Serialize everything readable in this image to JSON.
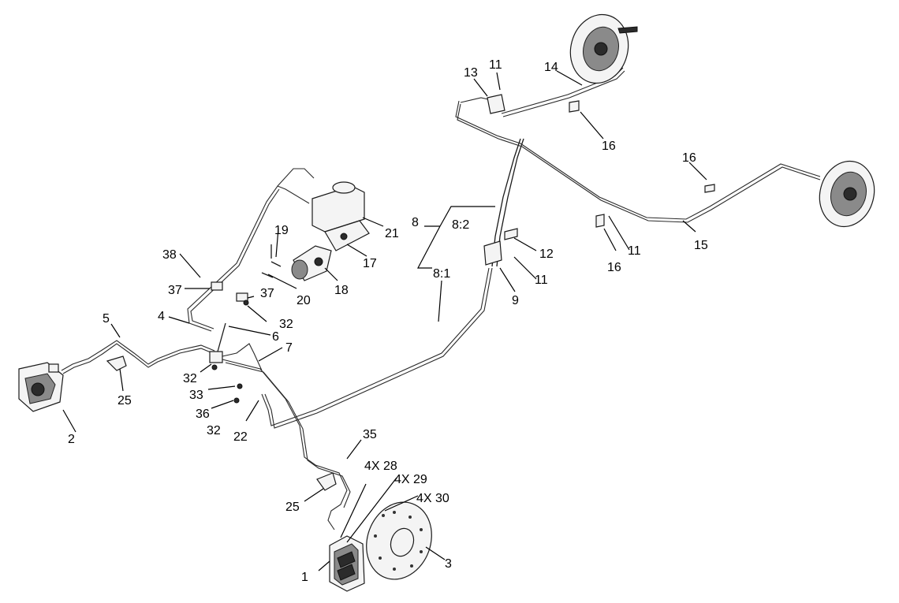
{
  "callouts": [
    {
      "id": "c1",
      "text": "1"
    },
    {
      "id": "c2",
      "text": "2"
    },
    {
      "id": "c3",
      "text": "3"
    },
    {
      "id": "c4",
      "text": "4"
    },
    {
      "id": "c5",
      "text": "5"
    },
    {
      "id": "c6",
      "text": "6"
    },
    {
      "id": "c7",
      "text": "7"
    },
    {
      "id": "c8",
      "text": "8"
    },
    {
      "id": "c8_1",
      "text": "8:1"
    },
    {
      "id": "c8_2",
      "text": "8:2"
    },
    {
      "id": "c9",
      "text": "9"
    },
    {
      "id": "c11a",
      "text": "11"
    },
    {
      "id": "c11b",
      "text": "11"
    },
    {
      "id": "c11c",
      "text": "11"
    },
    {
      "id": "c12",
      "text": "12"
    },
    {
      "id": "c13",
      "text": "13"
    },
    {
      "id": "c14",
      "text": "14"
    },
    {
      "id": "c15",
      "text": "15"
    },
    {
      "id": "c16a",
      "text": "16"
    },
    {
      "id": "c16b",
      "text": "16"
    },
    {
      "id": "c16c",
      "text": "16"
    },
    {
      "id": "c17",
      "text": "17"
    },
    {
      "id": "c18",
      "text": "18"
    },
    {
      "id": "c19",
      "text": "19"
    },
    {
      "id": "c20",
      "text": "20"
    },
    {
      "id": "c21",
      "text": "21"
    },
    {
      "id": "c22",
      "text": "22"
    },
    {
      "id": "c25a",
      "text": "25"
    },
    {
      "id": "c25b",
      "text": "25"
    },
    {
      "id": "c28",
      "text": "4X 28"
    },
    {
      "id": "c29",
      "text": "4X 29"
    },
    {
      "id": "c30",
      "text": "4X 30"
    },
    {
      "id": "c32a",
      "text": "32"
    },
    {
      "id": "c32b",
      "text": "32"
    },
    {
      "id": "c32c",
      "text": "32"
    },
    {
      "id": "c33",
      "text": "33"
    },
    {
      "id": "c35",
      "text": "35"
    },
    {
      "id": "c36",
      "text": "36"
    },
    {
      "id": "c37a",
      "text": "37"
    },
    {
      "id": "c37b",
      "text": "37"
    },
    {
      "id": "c38",
      "text": "38"
    }
  ]
}
